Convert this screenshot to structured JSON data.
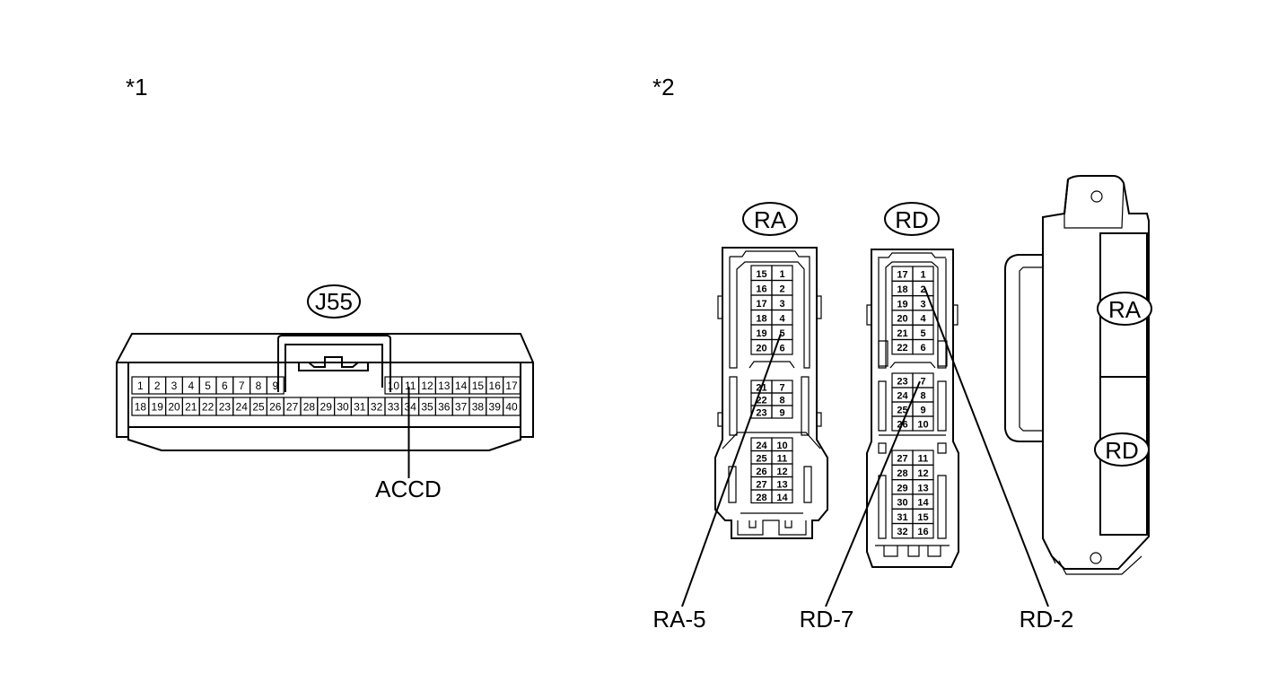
{
  "markers": {
    "view1": "*1",
    "view2": "*2"
  },
  "connectors": {
    "j55": {
      "name": "J55",
      "top_row": [
        "1",
        "2",
        "3",
        "4",
        "5",
        "6",
        "7",
        "8",
        "9",
        "10",
        "11",
        "12",
        "13",
        "14",
        "15",
        "16",
        "17"
      ],
      "bottom_row": [
        "18",
        "19",
        "20",
        "21",
        "22",
        "23",
        "24",
        "25",
        "26",
        "27",
        "28",
        "29",
        "30",
        "31",
        "32",
        "33",
        "34",
        "35",
        "36",
        "37",
        "38",
        "39",
        "40"
      ]
    },
    "ra": {
      "name": "RA",
      "block1": [
        [
          "15",
          "1"
        ],
        [
          "16",
          "2"
        ],
        [
          "17",
          "3"
        ],
        [
          "18",
          "4"
        ],
        [
          "19",
          "5"
        ],
        [
          "20",
          "6"
        ]
      ],
      "block2": [
        [
          "21",
          "7"
        ],
        [
          "22",
          "8"
        ],
        [
          "23",
          "9"
        ]
      ],
      "block3": [
        [
          "24",
          "10"
        ],
        [
          "25",
          "11"
        ],
        [
          "26",
          "12"
        ],
        [
          "27",
          "13"
        ],
        [
          "28",
          "14"
        ]
      ]
    },
    "rd": {
      "name": "RD",
      "block1": [
        [
          "17",
          "1"
        ],
        [
          "18",
          "2"
        ],
        [
          "19",
          "3"
        ],
        [
          "20",
          "4"
        ],
        [
          "21",
          "5"
        ],
        [
          "22",
          "6"
        ]
      ],
      "block2": [
        [
          "23",
          "7"
        ],
        [
          "24",
          "8"
        ],
        [
          "25",
          "9"
        ],
        [
          "26",
          "10"
        ]
      ],
      "block3": [
        [
          "27",
          "11"
        ],
        [
          "28",
          "12"
        ],
        [
          "29",
          "13"
        ],
        [
          "30",
          "14"
        ],
        [
          "31",
          "15"
        ],
        [
          "32",
          "16"
        ]
      ]
    }
  },
  "ecu": {
    "port_upper": "RA",
    "port_lower": "RD"
  },
  "callouts": {
    "accd": "ACCD",
    "ra5": "RA-5",
    "rd7": "RD-7",
    "rd2": "RD-2"
  }
}
